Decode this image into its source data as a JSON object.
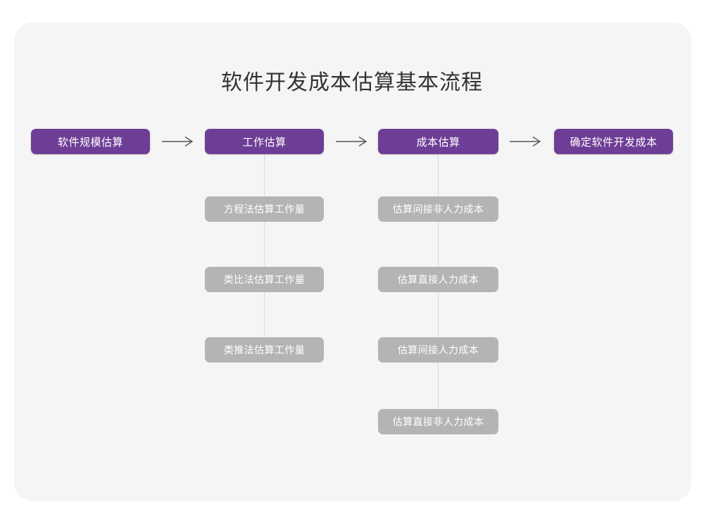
{
  "page": {
    "title": "软件开发成本估算基本流程",
    "background_color": "#ffffff",
    "canvas_color": "#f5f5f5",
    "accent_color": "#6e3d96",
    "secondary_color": "#b4b4b4",
    "connector_color": "#d9d9d9",
    "arrow_color": "#555555"
  },
  "flow": {
    "arrow_glyph": "long-right-arrow",
    "steps": [
      {
        "label": "软件规模估算",
        "substeps": []
      },
      {
        "label": "工作估算",
        "substeps": [
          "方程法估算工作量",
          "类比法估算工作量",
          "类推法估算工作量"
        ]
      },
      {
        "label": "成本估算",
        "substeps": [
          "估算间接非人力成本",
          "估算直接人力成本",
          "估算间接人力成本",
          "估算直接非人力成本"
        ]
      },
      {
        "label": "确定软件开发成本",
        "substeps": []
      }
    ]
  },
  "chart_data": {
    "type": "diagram",
    "title": "软件开发成本估算基本流程",
    "main_sequence": [
      "软件规模估算",
      "工作估算",
      "成本估算",
      "确定软件开发成本"
    ],
    "branches": {
      "工作估算": [
        "方程法估算工作量",
        "类比法估算工作量",
        "类推法估算工作量"
      ],
      "成本估算": [
        "估算间接非人力成本",
        "估算直接人力成本",
        "估算间接人力成本",
        "估算直接非人力成本"
      ]
    }
  }
}
